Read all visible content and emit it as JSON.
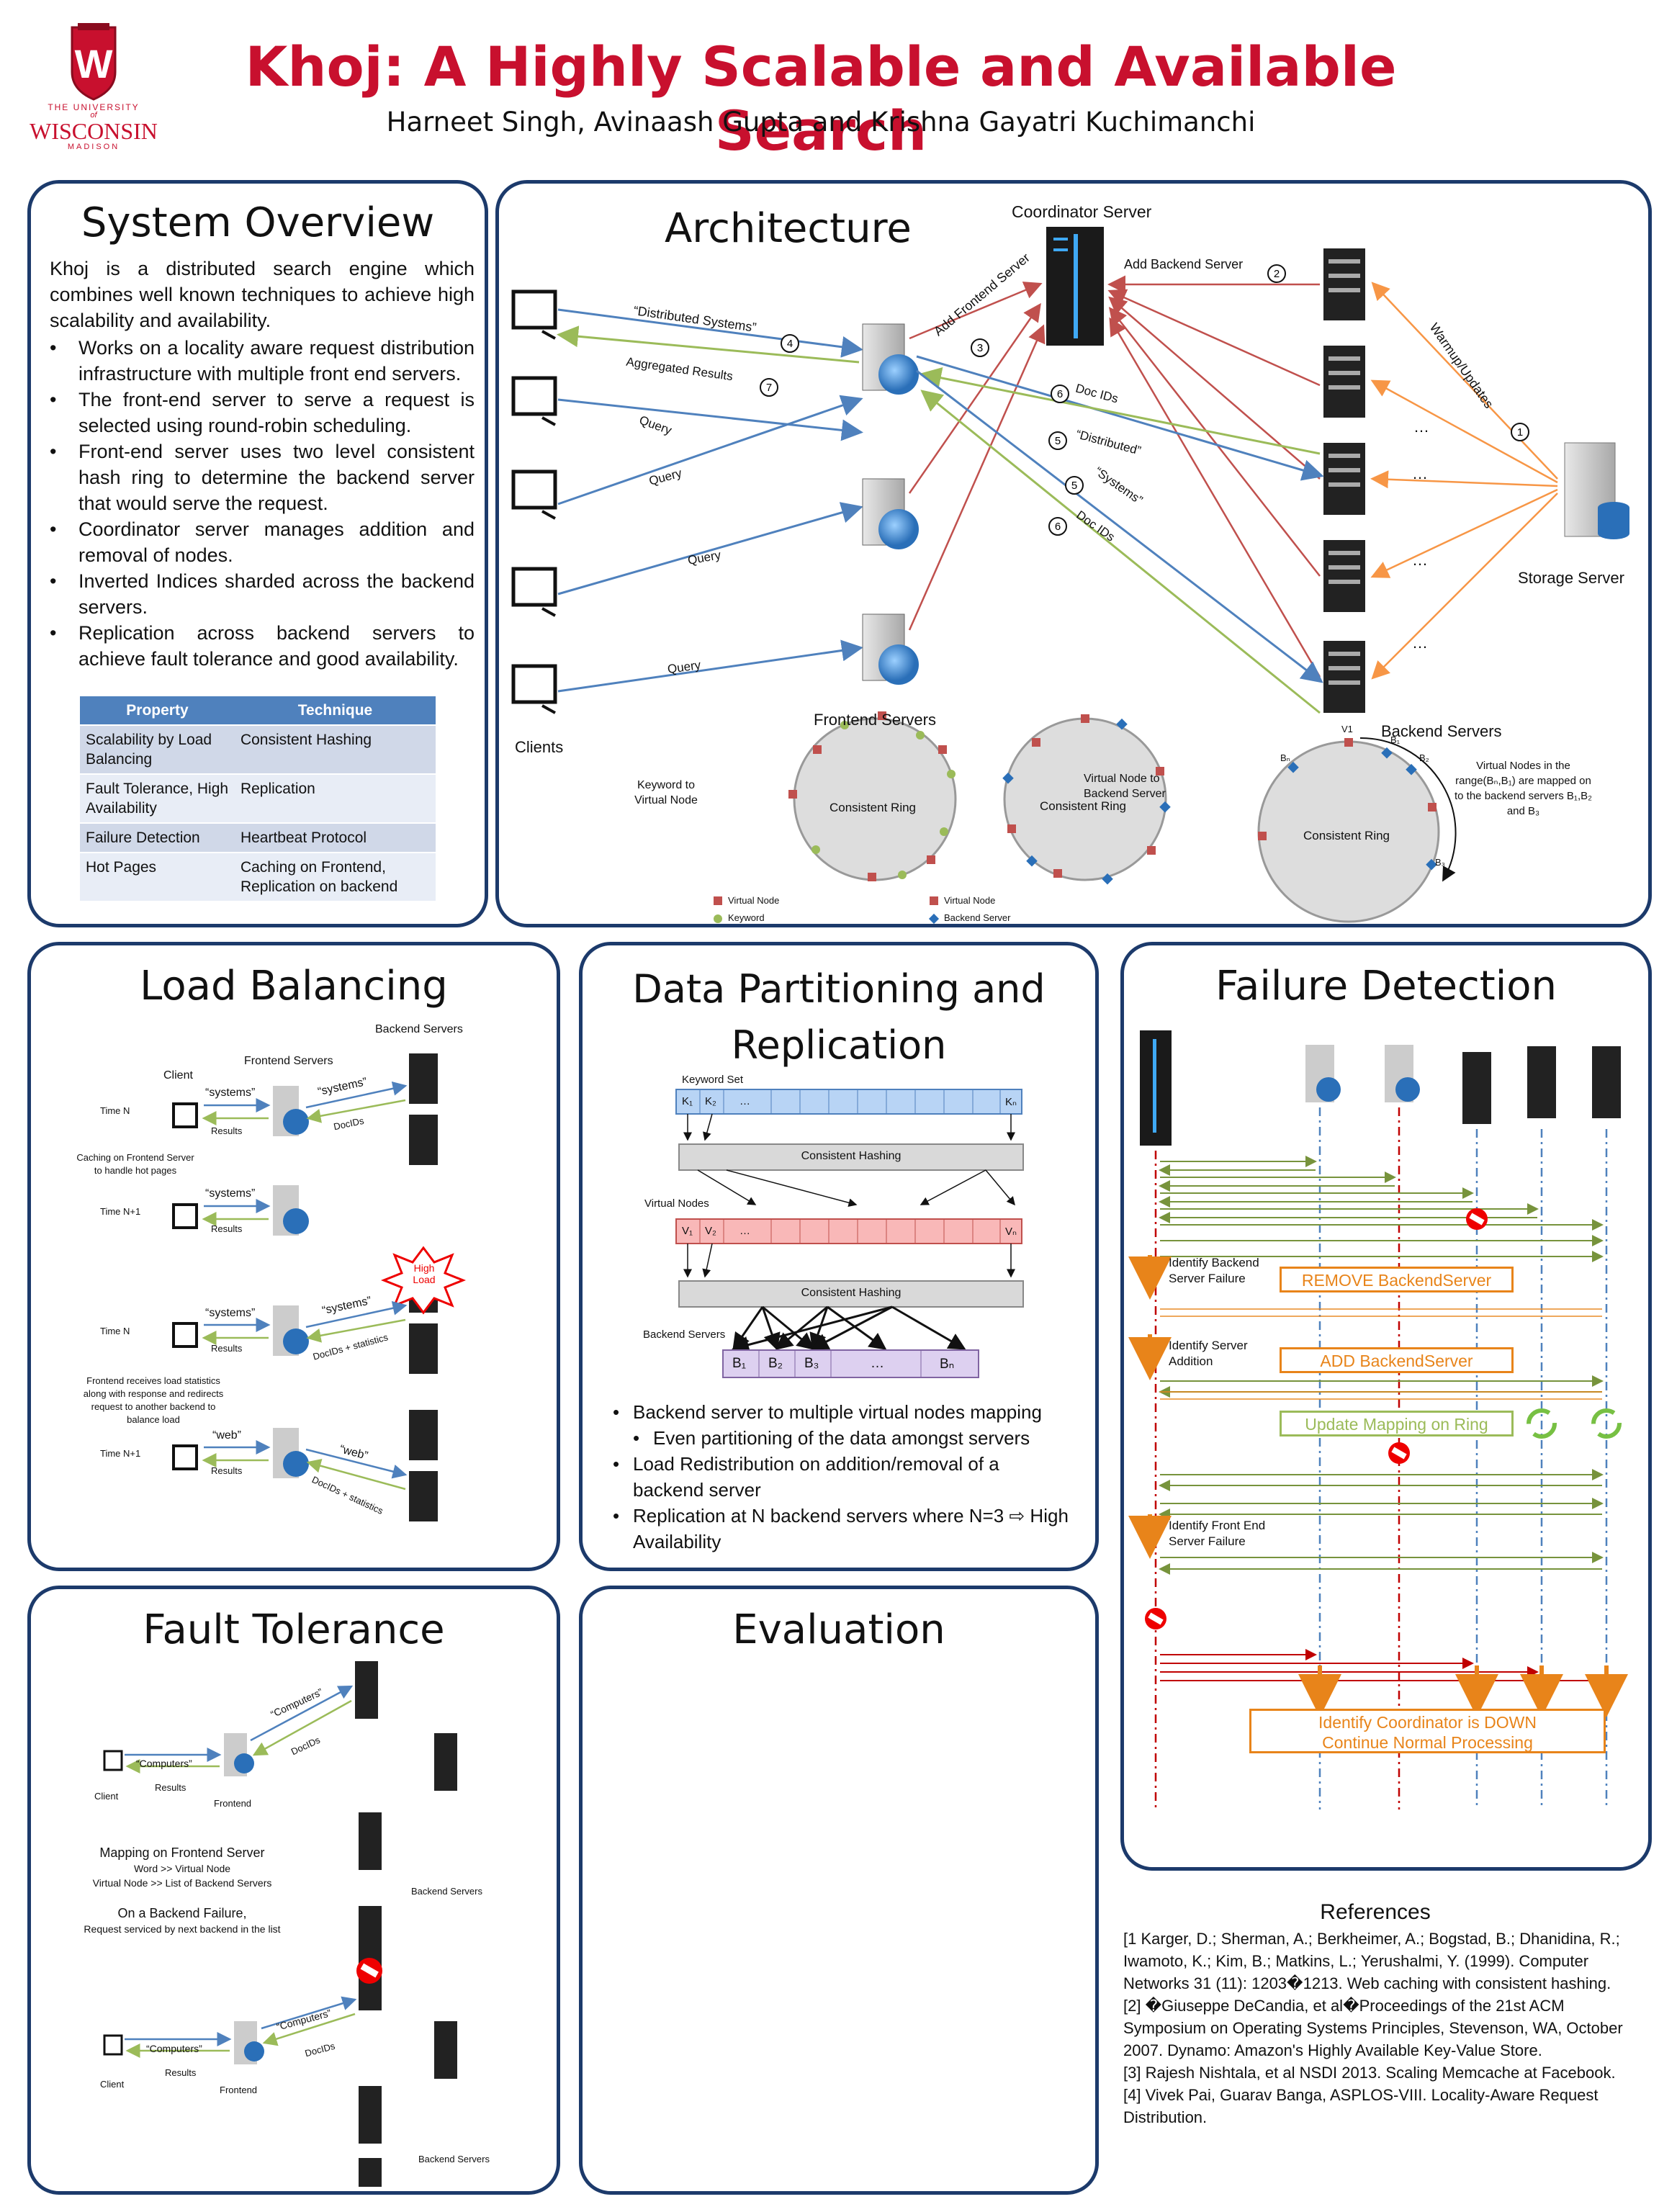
{
  "header": {
    "title": "Khoj: A Highly Scalable and Available Search",
    "authors": "Harneet Singh, Avinaash Gupta and Krishna Gayatri Kuchimanchi",
    "logo_lines": [
      "THE UNIVERSITY",
      "of",
      "WISCONSIN",
      "MADISON"
    ]
  },
  "overview": {
    "title": "System Overview",
    "intro": "Khoj is a distributed search engine which combines well known techniques to achieve high scalability and availability.",
    "bullets": [
      "Works on a locality aware request distribution infrastructure with multiple front end servers.",
      "The front-end server to serve a request is selected using round-robin scheduling.",
      "Front-end server uses two level consistent hash ring to determine the backend server that would serve the request.",
      "Coordinator server manages addition and removal of nodes.",
      "Inverted Indices sharded across the backend servers.",
      "Replication across backend servers to achieve fault tolerance and good availability."
    ],
    "table": {
      "headers": [
        "Property",
        "Technique"
      ],
      "rows": [
        [
          "Scalability by Load Balancing",
          "Consistent Hashing"
        ],
        [
          "Fault Tolerance, High Availability",
          "Replication"
        ],
        [
          "Failure Detection",
          "Heartbeat Protocol"
        ],
        [
          "Hot Pages",
          "Caching on Frontend, Replication on backend"
        ]
      ]
    }
  },
  "architecture": {
    "title": "Architecture",
    "coordinator": "Coordinator  Server",
    "add_backend": "Add Backend Server",
    "add_frontend": "Add Frontend Server",
    "warmup": "Warmup/Updates",
    "storage": "Storage Server",
    "clients": "Clients",
    "frontends": "Frontend Servers",
    "backends": "Backend Servers",
    "distributed_systems": "“Distributed Systems”",
    "aggregated": "Aggregated Results",
    "query": "Query",
    "doc_ids": "Doc IDs",
    "distributed": "“Distributed”",
    "systems": "“Systems”",
    "ring": "Consistent Ring",
    "keyword_to_vn": "Keyword to Virtual Node",
    "vn_to_backend": "Virtual Node to Backend Server",
    "vn_desc": "Virtual Nodes in the range(Bₙ,B₁) are mapped on to the backend servers B₁,B₂ and B₃",
    "legend_virtual": "Virtual Node",
    "legend_keyword": "Keyword",
    "legend_backend": "Backend Server",
    "ellipsis": "…",
    "steps": [
      "1",
      "2",
      "3",
      "4",
      "5",
      "5",
      "6",
      "6",
      "7"
    ],
    "ring_labels": [
      "V1",
      "Bₙ",
      "B₁",
      "B₂",
      "B₃"
    ]
  },
  "load_balancing": {
    "title": "Load Balancing",
    "backend_servers": "Backend Servers",
    "frontend_servers": "Frontend Servers",
    "client": "Client",
    "time_n": "Time N",
    "time_n1": "Time N+1",
    "systems": "“systems”",
    "web": "“web”",
    "results": "Results",
    "docids": "DocIDs",
    "docids_stats": "DocIDs + statistics",
    "caching_note": "Caching on Frontend Server to handle hot pages",
    "high_load": "High Load",
    "stats_note": "Frontend receives load statistics along with response and redirects request to another backend to balance load"
  },
  "partitioning": {
    "title": "Data Partitioning and Replication",
    "keyword_set": "Keyword Set",
    "consistent_hashing": "Consistent Hashing",
    "virtual_nodes": "Virtual Nodes",
    "backend_servers": "Backend Servers",
    "k_cells": [
      "K₁",
      "K₂",
      "…",
      "Kₙ"
    ],
    "v_cells": [
      "V₁",
      "V₂",
      "…",
      "Vₙ"
    ],
    "b_cells": [
      "B₁",
      "B₂",
      "B₃",
      "…",
      "Bₙ"
    ],
    "bullets": [
      {
        "text": "Backend server to multiple virtual nodes mapping",
        "sub": false
      },
      {
        "text": "Even partitioning of the data amongst servers",
        "sub": true
      },
      {
        "text": "Load Redistribution  on addition/removal of a backend server",
        "sub": false
      },
      {
        "text": "Replication at N backend servers where N=3 ⇨ High Availability",
        "sub": false
      }
    ]
  },
  "failure": {
    "title": "Failure Detection",
    "identify_backend": "Identify Backend Server Failure",
    "remove_backend": "REMOVE BackendServer",
    "identify_server": "Identify Server Addition",
    "add_backend": "ADD BackendServer",
    "update_mapping": "Update Mapping on Ring",
    "identify_frontend": "Identify Front End Server Failure",
    "coord_down": "Identify Coordinator is DOWN Continue Normal Processing",
    "colors": {
      "heartbeat": "#77933c",
      "orange": "#e8841a",
      "red": "#c00000",
      "blue": "#4f81bd"
    }
  },
  "references": {
    "title": "References",
    "items": [
      "[1 Karger, D.; Sherman, A.; Berkheimer, A.; Bogstad, B.; Dhanidina, R.; Iwamoto, K.; Kim, B.; Matkins, L.; Yerushalmi, Y. (1999). Computer Networks 31 (11): 1203�1213. Web caching with consistent hashing.",
      "[2] �Giuseppe DeCandia, et al�Proceedings of the 21st ACM Symposium on Operating Systems Principles, Stevenson, WA, October 2007. Dynamo: Amazon's Highly Available Key-Value Store.",
      "[3] Rajesh Nishtala, et al NSDI 2013. Scaling Memcache at Facebook.",
      "[4] Vivek Pai, Guarav Banga, ASPLOS-VIII. Locality-Aware Request Distribution."
    ]
  },
  "fault_tolerance": {
    "title": "Fault Tolerance",
    "computers": "“Computers”",
    "docids": "DocIDs",
    "client": "Client",
    "results": "Results",
    "frontend": "Frontend",
    "backend_servers": "Backend Servers",
    "mapping_title": "Mapping on Frontend Server",
    "mapping_1": "Word >> Virtual Node",
    "mapping_2": "Virtual Node >> List of Backend Servers",
    "failure_title": "On a Backend Failure,",
    "failure_desc": "Request serviced by next backend in the list"
  },
  "evaluation": {
    "title": "Evaluation"
  }
}
